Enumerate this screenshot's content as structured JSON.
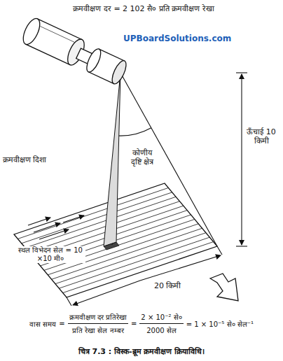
{
  "diagram": {
    "caption": "चित्र 7.3 : विस्क-ब्रूम क्रमवीक्षण क्रियाविधि।",
    "labels": [
      "क्रमवीक्षण दर = 2 102 सै० प्रति क्रमवीक्षण रेखा",
      "UPBoardSolutions.com",
      "ऊँचाई 10 किमी",
      "कोणीय दृष्टि क्षेत्र",
      "क्रमवीक्षण दिशा",
      "स्थल विभेदन सेल = 10 ×10 मी०",
      "20 किमी",
      "वास समय",
      "=",
      "क्रमवीक्षण दर प्रतिरेखा",
      "प्रति रेखा सेल नम्बर",
      "=",
      "2 × 10⁻² से०",
      "2000 सेल",
      "= 1 × 10⁻⁵ से० सेल⁻¹"
    ]
  }
}
